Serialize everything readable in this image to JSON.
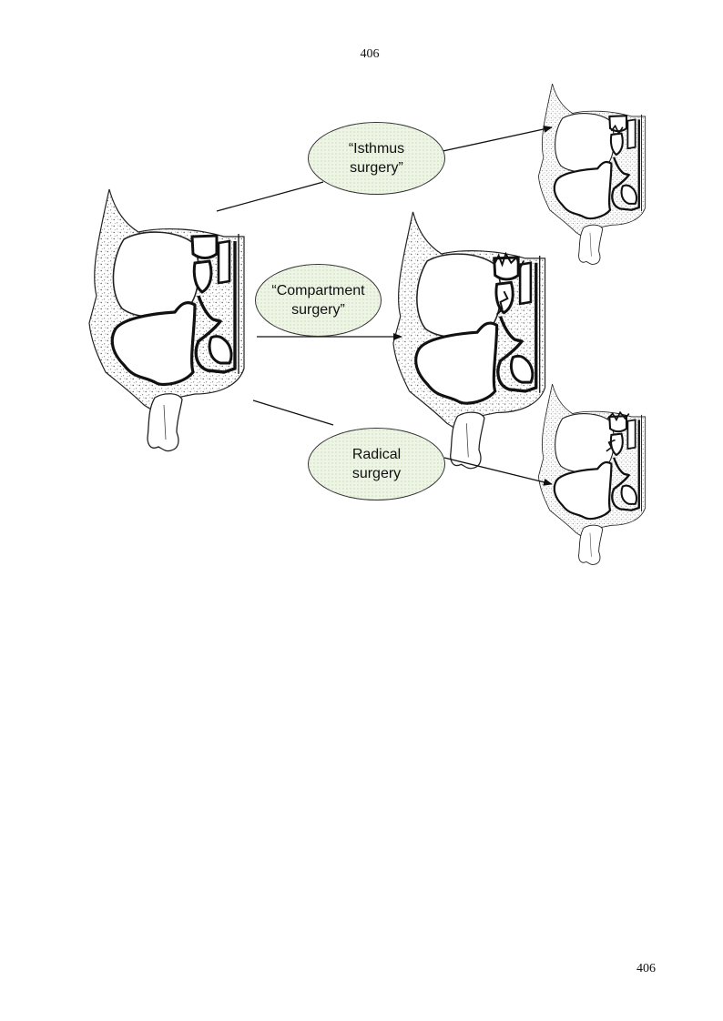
{
  "page": {
    "number_top": "406",
    "number_bottom": "406"
  },
  "diagram": {
    "labels": {
      "isthmus": {
        "line1": "“Isthmus",
        "line2": "surgery”"
      },
      "compartment": {
        "line1": "“Compartment",
        "line2": "surgery”"
      },
      "radical": {
        "line1": "Radical",
        "line2": "surgery"
      }
    },
    "colors": {
      "bubble_fill": "#eef5e6",
      "stipple": "#555555",
      "outline": "#222222"
    }
  }
}
